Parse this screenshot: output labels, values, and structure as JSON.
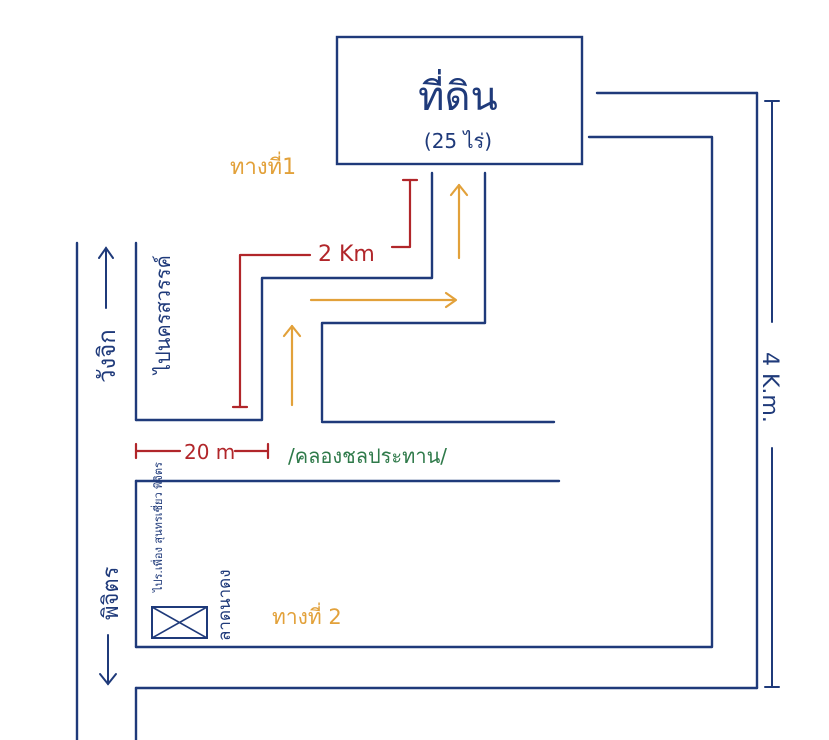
{
  "land": {
    "title": "ที่ดิน",
    "area": "(25 ไร่)"
  },
  "routes": {
    "route1_label": "ทางที่1",
    "route2_label": "ทางที่ 2"
  },
  "distances": {
    "two_km": "2 Km",
    "twenty_m": "20 m",
    "four_km": "4 K.m."
  },
  "canal": {
    "label": "/คลองชลประทาน/"
  },
  "roads": {
    "left_up": "วังจิก",
    "left_down": "พิจิตร",
    "to_heaven": "ไปนครสวรรค์"
  },
  "landmark": {
    "sign_text": "ไปร.เพื่อง สุนทรเชี่ยว พิจิตร",
    "name": "ลาดนาดง"
  },
  "colors": {
    "road": "#1f3a7a",
    "distance": "#b1262a",
    "route_arrow": "#e2a13a",
    "canal": "#2f7a4a"
  }
}
